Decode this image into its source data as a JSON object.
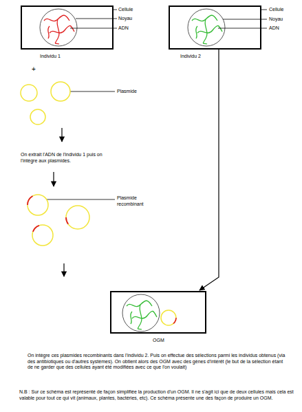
{
  "diagram": {
    "nodes": [
      {
        "text": [
          "Individu 1"
        ]
      },
      {
        "text": [
          "Individu 2"
        ]
      },
      {
        "text": [
          "OGM"
        ]
      }
    ],
    "edges": [
      {
        "from": 1,
        "to": 2,
        "arrow": "to"
      }
    ],
    "labels": [
      "Cellule",
      "Noyau",
      "ADN",
      "Cellule",
      "Noyau",
      "ADN",
      "+",
      "Plasmide",
      "On extrait l'ADN de l'individu 1 puis on l'intègre aux plasmides.",
      "Plasmide recombinant",
      "On intègre ces plasmides recombinants dans l'individu 2. Puis on effectue des sélections parmi les individus obtenus (via des antibiotiques ou d'autres systèmes). On obtient alors des OGM avec des gènes d'intérêt (le but de la sélection étant de ne garder que des cellules ayant été modifiées avec ce que l'on voulait)",
      "N.B : Sur ce schéma est représenté de façon simplifiée la production d'un OGM. Il ne s'agit ici que de deux cellules mais cela est valable pour tout ce qui vit (animaux, plantes, bactéries, etc). Ce schéma présente une des façon de produire un OGM."
    ]
  }
}
